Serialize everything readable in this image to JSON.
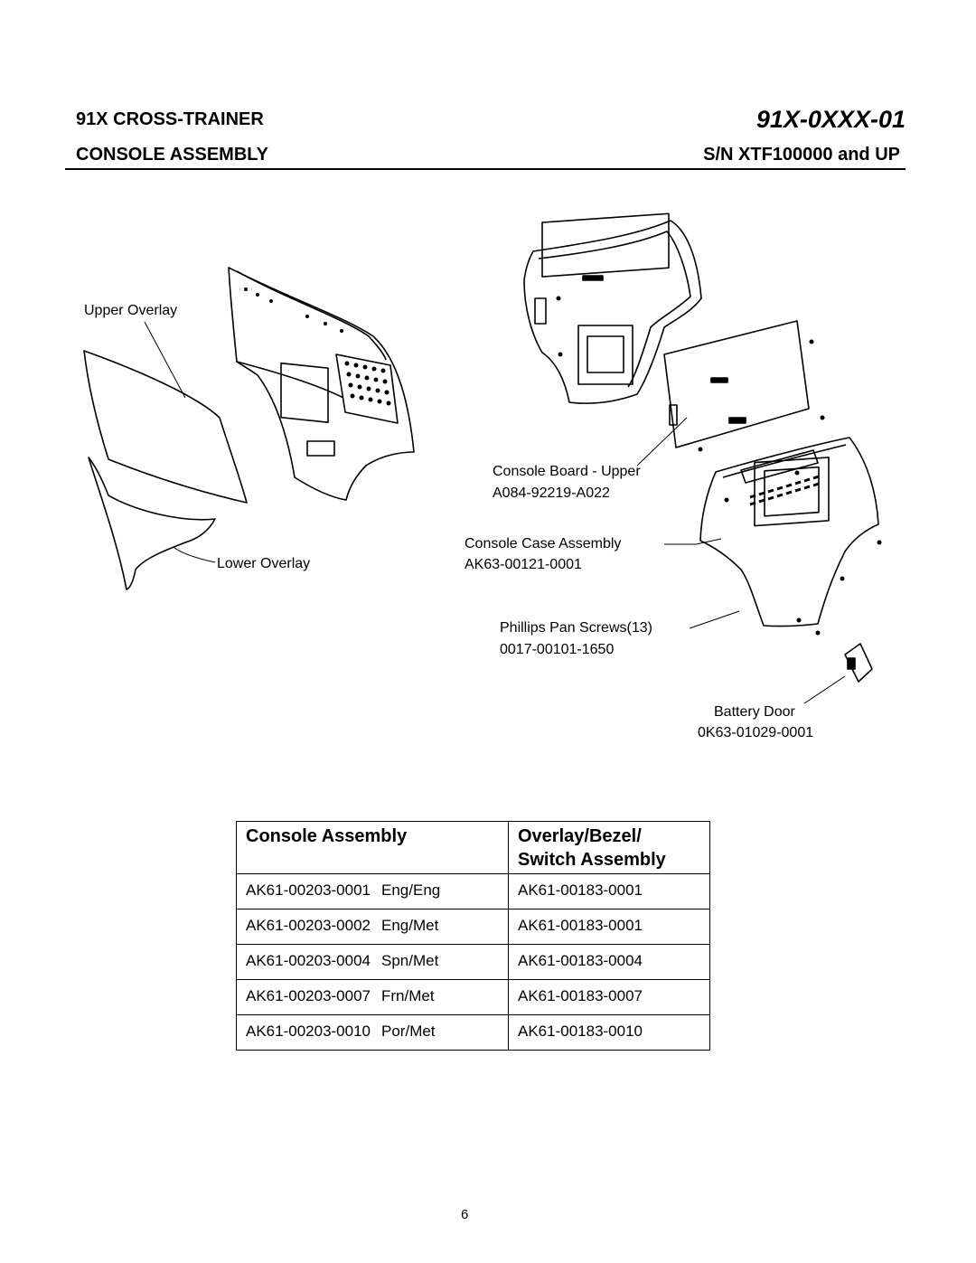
{
  "header": {
    "product": "91X CROSS-TRAINER",
    "section": "CONSOLE ASSEMBLY",
    "part_number": "91X-0XXX-01",
    "serial": "S/N XTF100000 and UP"
  },
  "callouts": {
    "upper_overlay": "Upper Overlay",
    "lower_overlay": "Lower Overlay",
    "console_board_name": "Console Board - Upper",
    "console_board_pn": "A084-92219-A022",
    "console_case_name": "Console Case Assembly",
    "console_case_pn": "AK63-00121-0001",
    "screws_name": "Phillips Pan Screws(13)",
    "screws_pn": "0017-00101-1650",
    "battery_door_name": "Battery Door",
    "battery_door_pn": "0K63-01029-0001"
  },
  "table": {
    "col1_header": "Console Assembly",
    "col2_header_line1": "Overlay/Bezel/",
    "col2_header_line2": "Switch Assembly",
    "rows": [
      {
        "console": "AK61-00203-0001",
        "lang": "Eng/Eng",
        "overlay": "AK61-00183-0001"
      },
      {
        "console": "AK61-00203-0002",
        "lang": "Eng/Met",
        "overlay": "AK61-00183-0001"
      },
      {
        "console": "AK61-00203-0004",
        "lang": "Spn/Met",
        "overlay": "AK61-00183-0004"
      },
      {
        "console": "AK61-00203-0007",
        "lang": "Frn/Met",
        "overlay": "AK61-00183-0007"
      },
      {
        "console": "AK61-00203-0010",
        "lang": "Por/Met",
        "overlay": "AK61-00183-0010"
      }
    ]
  },
  "footer": {
    "page_number": "6"
  }
}
